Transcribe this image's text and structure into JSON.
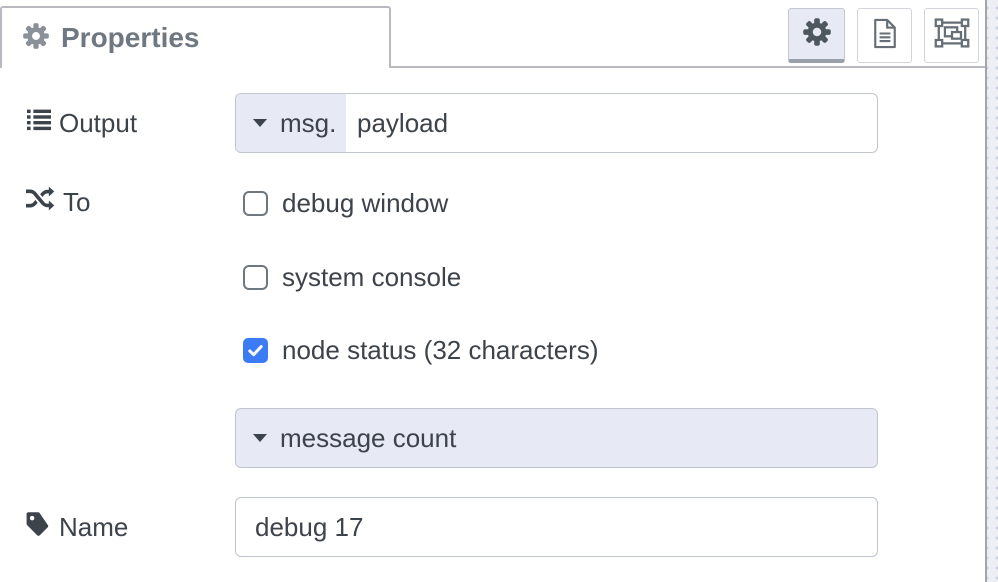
{
  "colors": {
    "accent_lavender": "#e7e9f5",
    "checkbox_checked_blue": "#3c7bf6",
    "text_dark": "#3d434b",
    "header_gray": "#6f7780",
    "tab_border": "#b9bac1",
    "input_border": "#c0c4cd"
  },
  "header": {
    "tab": {
      "label": "Properties",
      "icon": "gear-icon"
    },
    "toolbar": [
      {
        "name": "properties",
        "icon": "gear-icon",
        "selected": true
      },
      {
        "name": "description",
        "icon": "document-icon",
        "selected": false
      },
      {
        "name": "appearance",
        "icon": "appearance-icon",
        "selected": false
      }
    ]
  },
  "form": {
    "output_row": {
      "label": "Output",
      "icon": "list-icon",
      "typed_input": {
        "prefix": "msg.",
        "value": "payload"
      }
    },
    "to_row": {
      "label": "To",
      "icon": "shuffle-icon",
      "checkboxes": [
        {
          "label": "debug window",
          "checked": false
        },
        {
          "label": "system console",
          "checked": false
        },
        {
          "label": "node status (32 characters)",
          "checked": true
        }
      ],
      "status_dropdown": {
        "value": "message count"
      }
    },
    "name_row": {
      "label": "Name",
      "icon": "tag-icon",
      "input_value": "debug 17"
    }
  }
}
